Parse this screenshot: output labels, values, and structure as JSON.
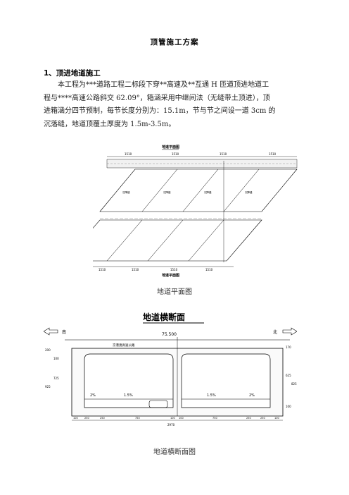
{
  "document": {
    "title": "顶管施工方案",
    "section_heading": "1、顶进地道施工",
    "paragraph_lines": [
      "本工程为***道路工程二标段下穿**高速及**互通 H 匝道顶进地道工",
      "程与****高速公路斜交 62.09°，箱涵采用中继间法（无缝带土顶进），顶",
      "进箱涵分四节预制，每节长度分别为：15.1m，节与节之间设一道 3cm 的",
      "沉落缝，地道顶覆土厚度为 1.5m-3.5m。"
    ]
  },
  "figure_plan": {
    "title": "地道平面图",
    "subtitle": "地道平面图",
    "top_dims": [
      "1510",
      "1510",
      "1510",
      "1510"
    ],
    "bottom_dims": [
      "1510",
      "1510",
      "1510",
      "1510"
    ],
    "labels": [
      "沉降缝",
      "沉降缝",
      "沉降缝",
      "沉降缝"
    ],
    "caption": "地道平面图"
  },
  "figure_section": {
    "title": "地道横断面",
    "direction_left": "南",
    "direction_right": "北",
    "center_dim": "75.500",
    "road_label": "京港澳高速公路",
    "slope_labels": [
      "2%",
      "1.5%",
      "1.5%",
      "2%"
    ],
    "bottom_dims": [
      "100",
      "250",
      "250",
      "750",
      "100",
      "100",
      "750",
      "250",
      "250",
      "100"
    ],
    "total_dim": "2970",
    "left_dims": [
      "200",
      "100",
      "725",
      "925"
    ],
    "right_dims": [
      "170",
      "625",
      "825",
      "100"
    ],
    "caption": "地道横断面图"
  }
}
